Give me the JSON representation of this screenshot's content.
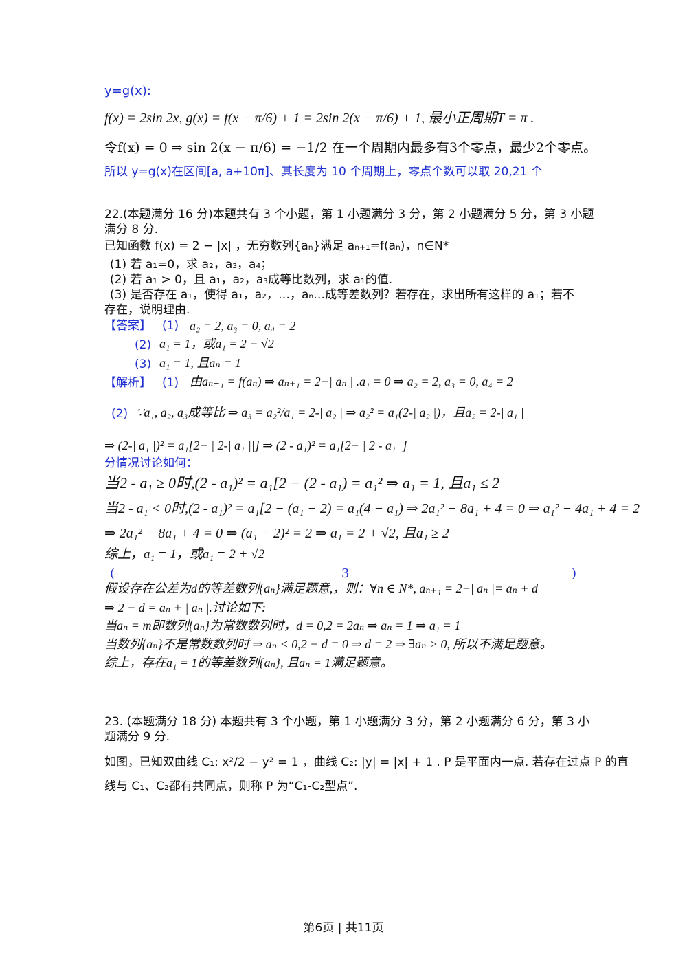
{
  "q21_tail": {
    "ygx_label": "y=g(x):",
    "line_fg": "f(x) = 2sin 2x, g(x) = f(x − π/6) + 1 = 2sin 2(x − π/6) + 1, 最小正周期T = π .",
    "line_zero": "令f(x) = 0 ⇒ sin 2(x − π/6) = −1/2 在一个周期内最多有3个零点，最少2个零点。",
    "conclusion": "所以 y=g(x)在区间[a, a+10π]、其长度为 10 个周期上，零点个数可以取 20,21 个"
  },
  "q22": {
    "header_line1": "22.(本题满分 16 分)本题共有 3 个小题，第 1 小题满分 3 分，第 2 小题满分 5 分，第 3 小题",
    "header_line2": "满分 8 分.",
    "given": "已知函数 f(x) = 2 − |x| ，无穷数列{aₙ}满足 aₙ₊₁=f(aₙ)，n∈N*",
    "sub1": "(1) 若 a₁=0，求 a₂，a₃，a₄；",
    "sub2": "(2) 若 a₁ > 0，且 a₁，a₂，a₃成等比数列，求 a₁的值.",
    "sub3_line1": "(3) 是否存在 a₁，使得 a₁，a₂，…，aₙ…成等差数列？若存在，求出所有这样的 a₁；若不",
    "sub3_line2": "存在，说明理由.",
    "answer_tag": "【答案】",
    "ans1_num": "(1)",
    "ans1": "a₂ = 2, a₃ = 0, a₄ = 2",
    "ans2_num": "(2)",
    "ans2": "a₁ = 1，或a₁ = 2 + √2",
    "ans3_num": "(3)",
    "ans3": "a₁ = 1, 且aₙ = 1",
    "analysis_tag": "【解析】",
    "sol1_num": "(1)",
    "sol1": "由aₙ₋₁ = f(aₙ) ⇒ aₙ₊₁ = 2−| aₙ | .a₁ = 0 ⇒ a₂ = 2, a₃ = 0, a₄ = 2",
    "sol2_num": "(2)",
    "sol2_a": "∵a₁, a₂, a₃成等比 ⇒ a₃ = a₂²/a₁ = 2-| a₂ | ⇒ a₂² = a₁(2-| a₂ |)，且a₂ = 2-| a₁ |",
    "sol2_b": "⇒ (2-| a₁ |)² = a₁[2− | 2-| a₁ ||] ⇒ (2 - a₁)² = a₁[2− | 2 - a₁ |]",
    "cases_title": "分情况讨论如何：",
    "case1": "当2 - a₁ ≥ 0时,(2 - a₁)² = a₁[2 − (2 - a₁) = a₁² ⇒ a₁ = 1,  且a₁ ≤ 2",
    "case2": "当2 - a₁ < 0时,(2 - a₁)² = a₁[2 − (a₁ − 2) = a₁(4 − a₁) ⇒ 2a₁² − 8a₁ + 4 = 0 ⇒ a₁² − 4a₁ + 4 = 2",
    "case2b": "⇒ 2a₁² − 8a₁ + 4 = 0 ⇒ (a₁ − 2)² = 2 ⇒ a₁ = 2 + √2,  且a₁ ≥ 2",
    "sum2": "综上，a₁ = 1，或a₁ = 2 + √2",
    "paren_left": "(",
    "paren_num": "3",
    "paren_right": ")",
    "sol3_a": "假设存在公差为d的等差数列{aₙ}满足题意,，则：∀n ∈ N*, aₙ₊₁ = 2−| aₙ |= aₙ + d",
    "sol3_b": "⇒ 2 − d = aₙ + | aₙ |.讨论如下:",
    "sol3_c": "当aₙ = m即数列{aₙ}为常数数列时，d = 0,2 = 2aₙ ⇒ aₙ = 1 ⇒ a₁ = 1",
    "sol3_d": "当数列{aₙ}不是常数数列时 ⇒ aₙ < 0,2 − d = 0 ⇒ d = 2 ⇒ ∃aₙ > 0, 所以不满足题意。",
    "sol3_e": "综上，存在a₁ = 1的等差数列{aₙ}, 且aₙ = 1满足题意。"
  },
  "q23": {
    "header_line1": "23. (本题满分 18 分) 本题共有 3 个小题，第 1 小题满分 3 分，第 2 小题满分 6 分，第 3 小",
    "header_line2": "题满分 9 分.",
    "body_line1": "如图，已知双曲线 C₁: x²/2 − y² = 1 ，曲线 C₂: |y| = |x| + 1 . P 是平面内一点. 若存在过点 P 的直",
    "body_line2": "线与 C₁、C₂都有共同点，则称 P 为“C₁-C₂型点”."
  },
  "footer": "第6页 | 共11页"
}
